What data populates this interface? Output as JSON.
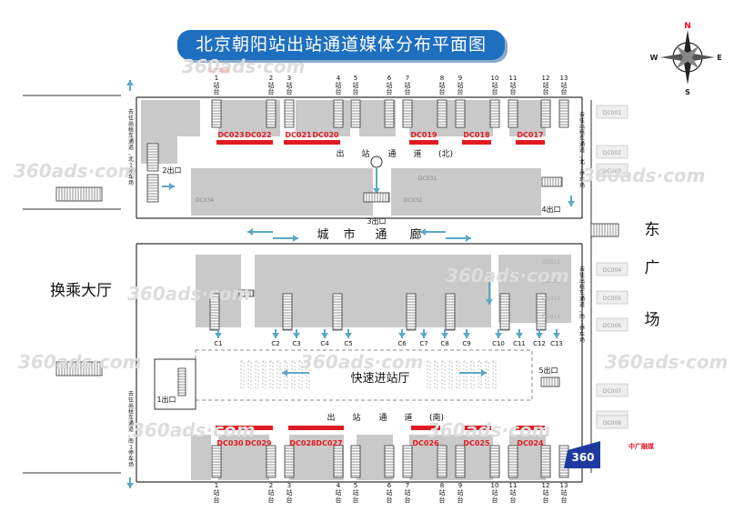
{
  "title": "北京朝阳站出站通道媒体分布平面图",
  "compass": {
    "n": "N",
    "s": "S",
    "e": "E",
    "w": "W"
  },
  "left_label": "换乘大厅",
  "right_label": [
    "东",
    "广",
    "场"
  ],
  "corridor_label": [
    "城",
    "市",
    "通",
    "廊"
  ],
  "north_passage": [
    "出",
    "站",
    "通",
    "道",
    "(北)"
  ],
  "south_passage": [
    "出",
    "站",
    "通",
    "道",
    "(南)"
  ],
  "hall_label": "快速进站厅",
  "exits": {
    "exit1": "1出口",
    "exit2": "2出口",
    "exit3": "3出口",
    "exit4": "4出口",
    "exit5": "5出口"
  },
  "platforms": [
    "1",
    "2",
    "3",
    "4",
    "5",
    "6",
    "7",
    "8",
    "9",
    "10",
    "11",
    "12",
    "13"
  ],
  "platform_suffix": [
    "站",
    "台"
  ],
  "north_media": [
    "DC023",
    "DC022",
    "DC021",
    "DC020",
    "DC019",
    "DC018",
    "DC017"
  ],
  "south_media": [
    "DC030",
    "DC029",
    "DC028",
    "DC027",
    "DC026",
    "DC025",
    "DC024"
  ],
  "center_media": [
    "DC034",
    "DC031",
    "DC032"
  ],
  "right_media": [
    "DC001",
    "DC002",
    "DC003",
    "DC004",
    "DC005",
    "DC006",
    "DC007",
    "DC015",
    "DC008",
    "DC011",
    "DC012",
    "DC013",
    "DC014"
  ],
  "c_labels": [
    "C1",
    "C2",
    "C3",
    "C4",
    "C5",
    "C6",
    "C7",
    "C8",
    "C9",
    "C10",
    "C11",
    "C12",
    "C13"
  ],
  "taxi_left_top": [
    "去",
    "往",
    "出",
    "租",
    "车",
    "通",
    "道",
    "、",
    "北",
    "1",
    "停",
    "车",
    "场"
  ],
  "taxi_right_top": [
    "去",
    "往",
    "出",
    "租",
    "车",
    "通",
    "道",
    "、",
    "北",
    "1",
    "停",
    "车",
    "场"
  ],
  "taxi_right_bottom": [
    "去",
    "往",
    "出",
    "租",
    "车",
    "通",
    "道",
    "、",
    "南",
    "1",
    "停",
    "车",
    "场"
  ],
  "taxi_left_bottom": [
    "去",
    "往",
    "出",
    "租",
    "车",
    "通",
    "道",
    "、",
    "南",
    "1",
    "停",
    "车",
    "场"
  ],
  "watermark": "360ads·com",
  "watermark_cn": "中广融媒",
  "logo_text": "360",
  "colors": {
    "accent": "#1e6fc0",
    "media": "#e11b22",
    "arrow": "#5aa8c8",
    "block": "#c9c9c9",
    "line": "#333333"
  }
}
